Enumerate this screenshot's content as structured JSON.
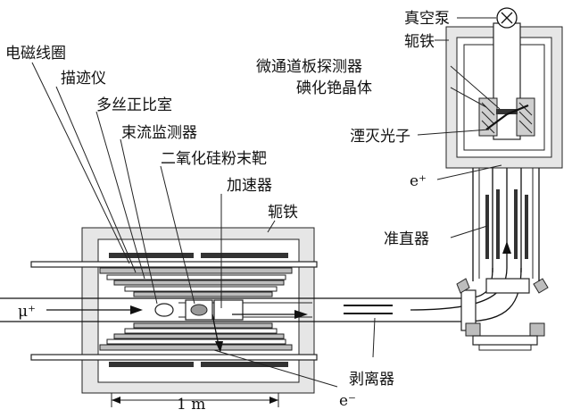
{
  "labels": {
    "vacuum_pump": "真空泵",
    "yoke_top": "轭铁",
    "mcp_detector": "微通道板探测器",
    "csi_crystal": "碘化铯晶体",
    "annihilation_photon": "湮灭光子",
    "positron": "e⁺",
    "collimator": "准直器",
    "stripper": "剥离器",
    "electron": "e⁻",
    "scale": "1 m",
    "muon": "μ⁺",
    "em_coil": "电磁线圈",
    "tracker": "描迹仪",
    "mwpc": "多丝正比室",
    "beam_monitor": "束流监测器",
    "sio2_target": "二氧化硅粉末靶",
    "accelerator": "加速器",
    "yoke_left": "轭铁"
  }
}
